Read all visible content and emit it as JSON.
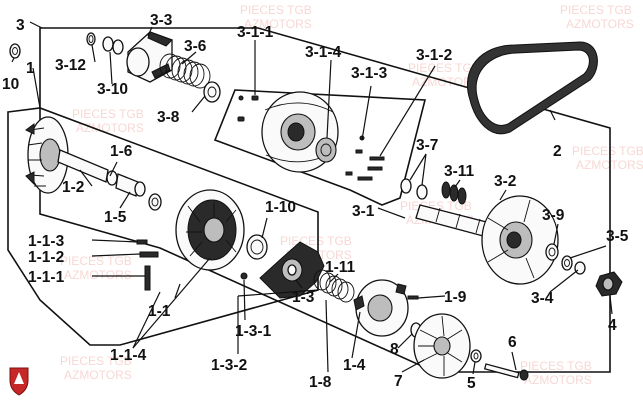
{
  "watermark": {
    "line1": "PIECES TGB",
    "line2": "AZMOTORS",
    "color": "#f2b7b1"
  },
  "logo": {
    "name": "azmotors-shield-logo",
    "color": "#c62828"
  },
  "callouts": {
    "c3": "3",
    "c3_3": "3-3",
    "c3_1_1": "3-1-1",
    "c3_6": "3-6",
    "c3_12": "3-12",
    "c3_10": "3-10",
    "c3_1_4": "3-1-4",
    "c3_1_3": "3-1-3",
    "c3_1_2": "3-1-2",
    "c3_8": "3-8",
    "c10": "10",
    "c1": "1",
    "c2": "2",
    "c1_6": "1-6",
    "c1_2": "1-2",
    "c1_5": "1-5",
    "c3_7": "3-7",
    "c3_11": "3-11",
    "c3_2": "3-2",
    "c1_10": "1-10",
    "c3_1": "3-1",
    "c3_9": "3-9",
    "c3_5": "3-5",
    "c1_1_3": "1-1-3",
    "c1_1_2": "1-1-2",
    "c1_1_1": "1-1-1",
    "c1_11": "1-11",
    "c1_3": "1-3",
    "c1_9": "1-9",
    "c3_4": "3-4",
    "c4": "4",
    "c1_1": "1-1",
    "c1_3_1": "1-3-1",
    "c1_1_4": "1-1-4",
    "c1_4": "1-4",
    "c8": "8",
    "c6": "6",
    "c1_3_2": "1-3-2",
    "c1_8": "1-8",
    "c7": "7",
    "c5": "5"
  }
}
